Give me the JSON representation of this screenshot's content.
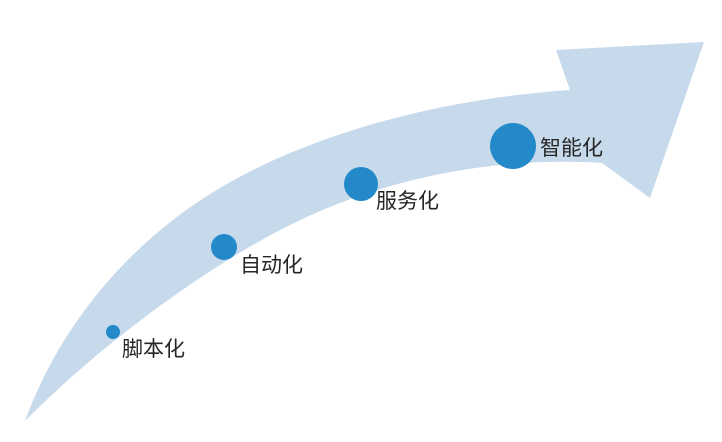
{
  "diagram": {
    "type": "progression-arrow",
    "direction": "bottom-left to top-right",
    "stages": [
      {
        "label": "脚本化"
      },
      {
        "label": "自动化"
      },
      {
        "label": "服务化"
      },
      {
        "label": "智能化"
      }
    ],
    "colors": {
      "arrow": "#c6daec",
      "node": "#2489c8",
      "text": "#262626",
      "background": "#ffffff"
    }
  }
}
